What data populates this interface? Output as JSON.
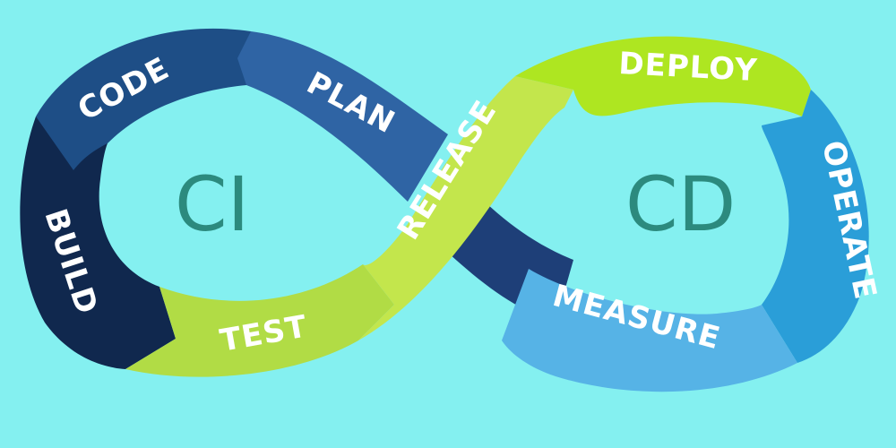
{
  "background_color": "#84f0f0",
  "centers": {
    "left": "CI",
    "right": "CD"
  },
  "stages": [
    {
      "key": "code",
      "label": "CODE",
      "color": "#1e4e86"
    },
    {
      "key": "plan",
      "label": "PLAN",
      "color": "#2f64a4"
    },
    {
      "key": "build",
      "label": "BUILD",
      "color": "#10284e"
    },
    {
      "key": "test",
      "label": "TEST",
      "color": "#b1dc45"
    },
    {
      "key": "release",
      "label": "RELEASE",
      "color": "#c3e64c"
    },
    {
      "key": "deploy",
      "label": "DEPLOY",
      "color": "#aee621"
    },
    {
      "key": "operate",
      "label": "OPERATE",
      "color": "#2a9ed8"
    },
    {
      "key": "measure",
      "label": "MEASURE",
      "color": "#56b3e6"
    }
  ],
  "colors": {
    "center_text": "#2c8a7e",
    "label_text": "#ffffff",
    "crossing_dark": "#1e3f78"
  }
}
